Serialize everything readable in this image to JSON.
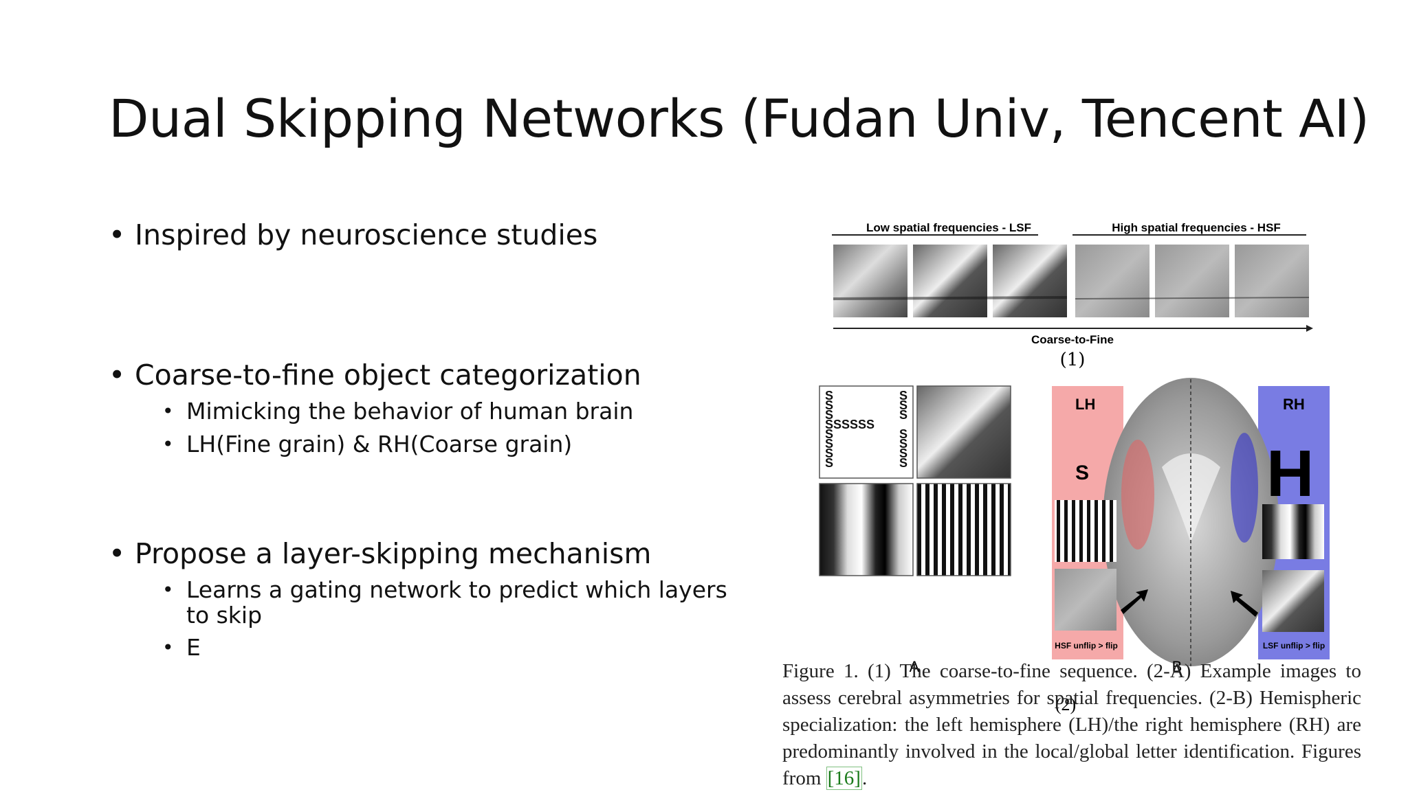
{
  "slide": {
    "title": "Dual Skipping Networks (Fudan Univ, Tencent AI)",
    "bullets": [
      {
        "text": "Inspired by neuroscience studies",
        "sub": []
      },
      {
        "text": "Coarse-to-fine object categorization",
        "sub": [
          "Mimicking the behavior of human brain",
          "LH(Fine grain) & RH(Coarse grain)"
        ]
      },
      {
        "text": "Propose a layer-skipping mechanism",
        "sub": [
          "Learns a gating network to predict which layers to skip",
          "E"
        ]
      }
    ]
  },
  "figure": {
    "lsf_label": "Low spatial frequencies - LSF",
    "hsf_label": "High spatial frequencies - HSF",
    "sequence_label": "Coarse-to-Fine",
    "panel1_label": "(1)",
    "panel2_label": "(2)",
    "label_A": "A",
    "label_B": "B",
    "lh_label": "LH",
    "rh_label": "RH",
    "s_letter": "S",
    "h_letter": "H",
    "hsf_note": "HSF unflip > flip",
    "lsf_note": "LSF unflip > flip",
    "s_column": "S",
    "s_row": "SSSSSS",
    "caption_main": "Figure 1. (1) The coarse-to-fine sequence. (2-A) Example images to assess cerebral asymmetries for spatial frequencies. (2-B) Hemispheric specialization: the left hemisphere (LH)/the right hemisphere (RH) are predominantly involved in the local/global letter identification. Figures from ",
    "caption_ref": "[16]",
    "caption_end": "."
  }
}
